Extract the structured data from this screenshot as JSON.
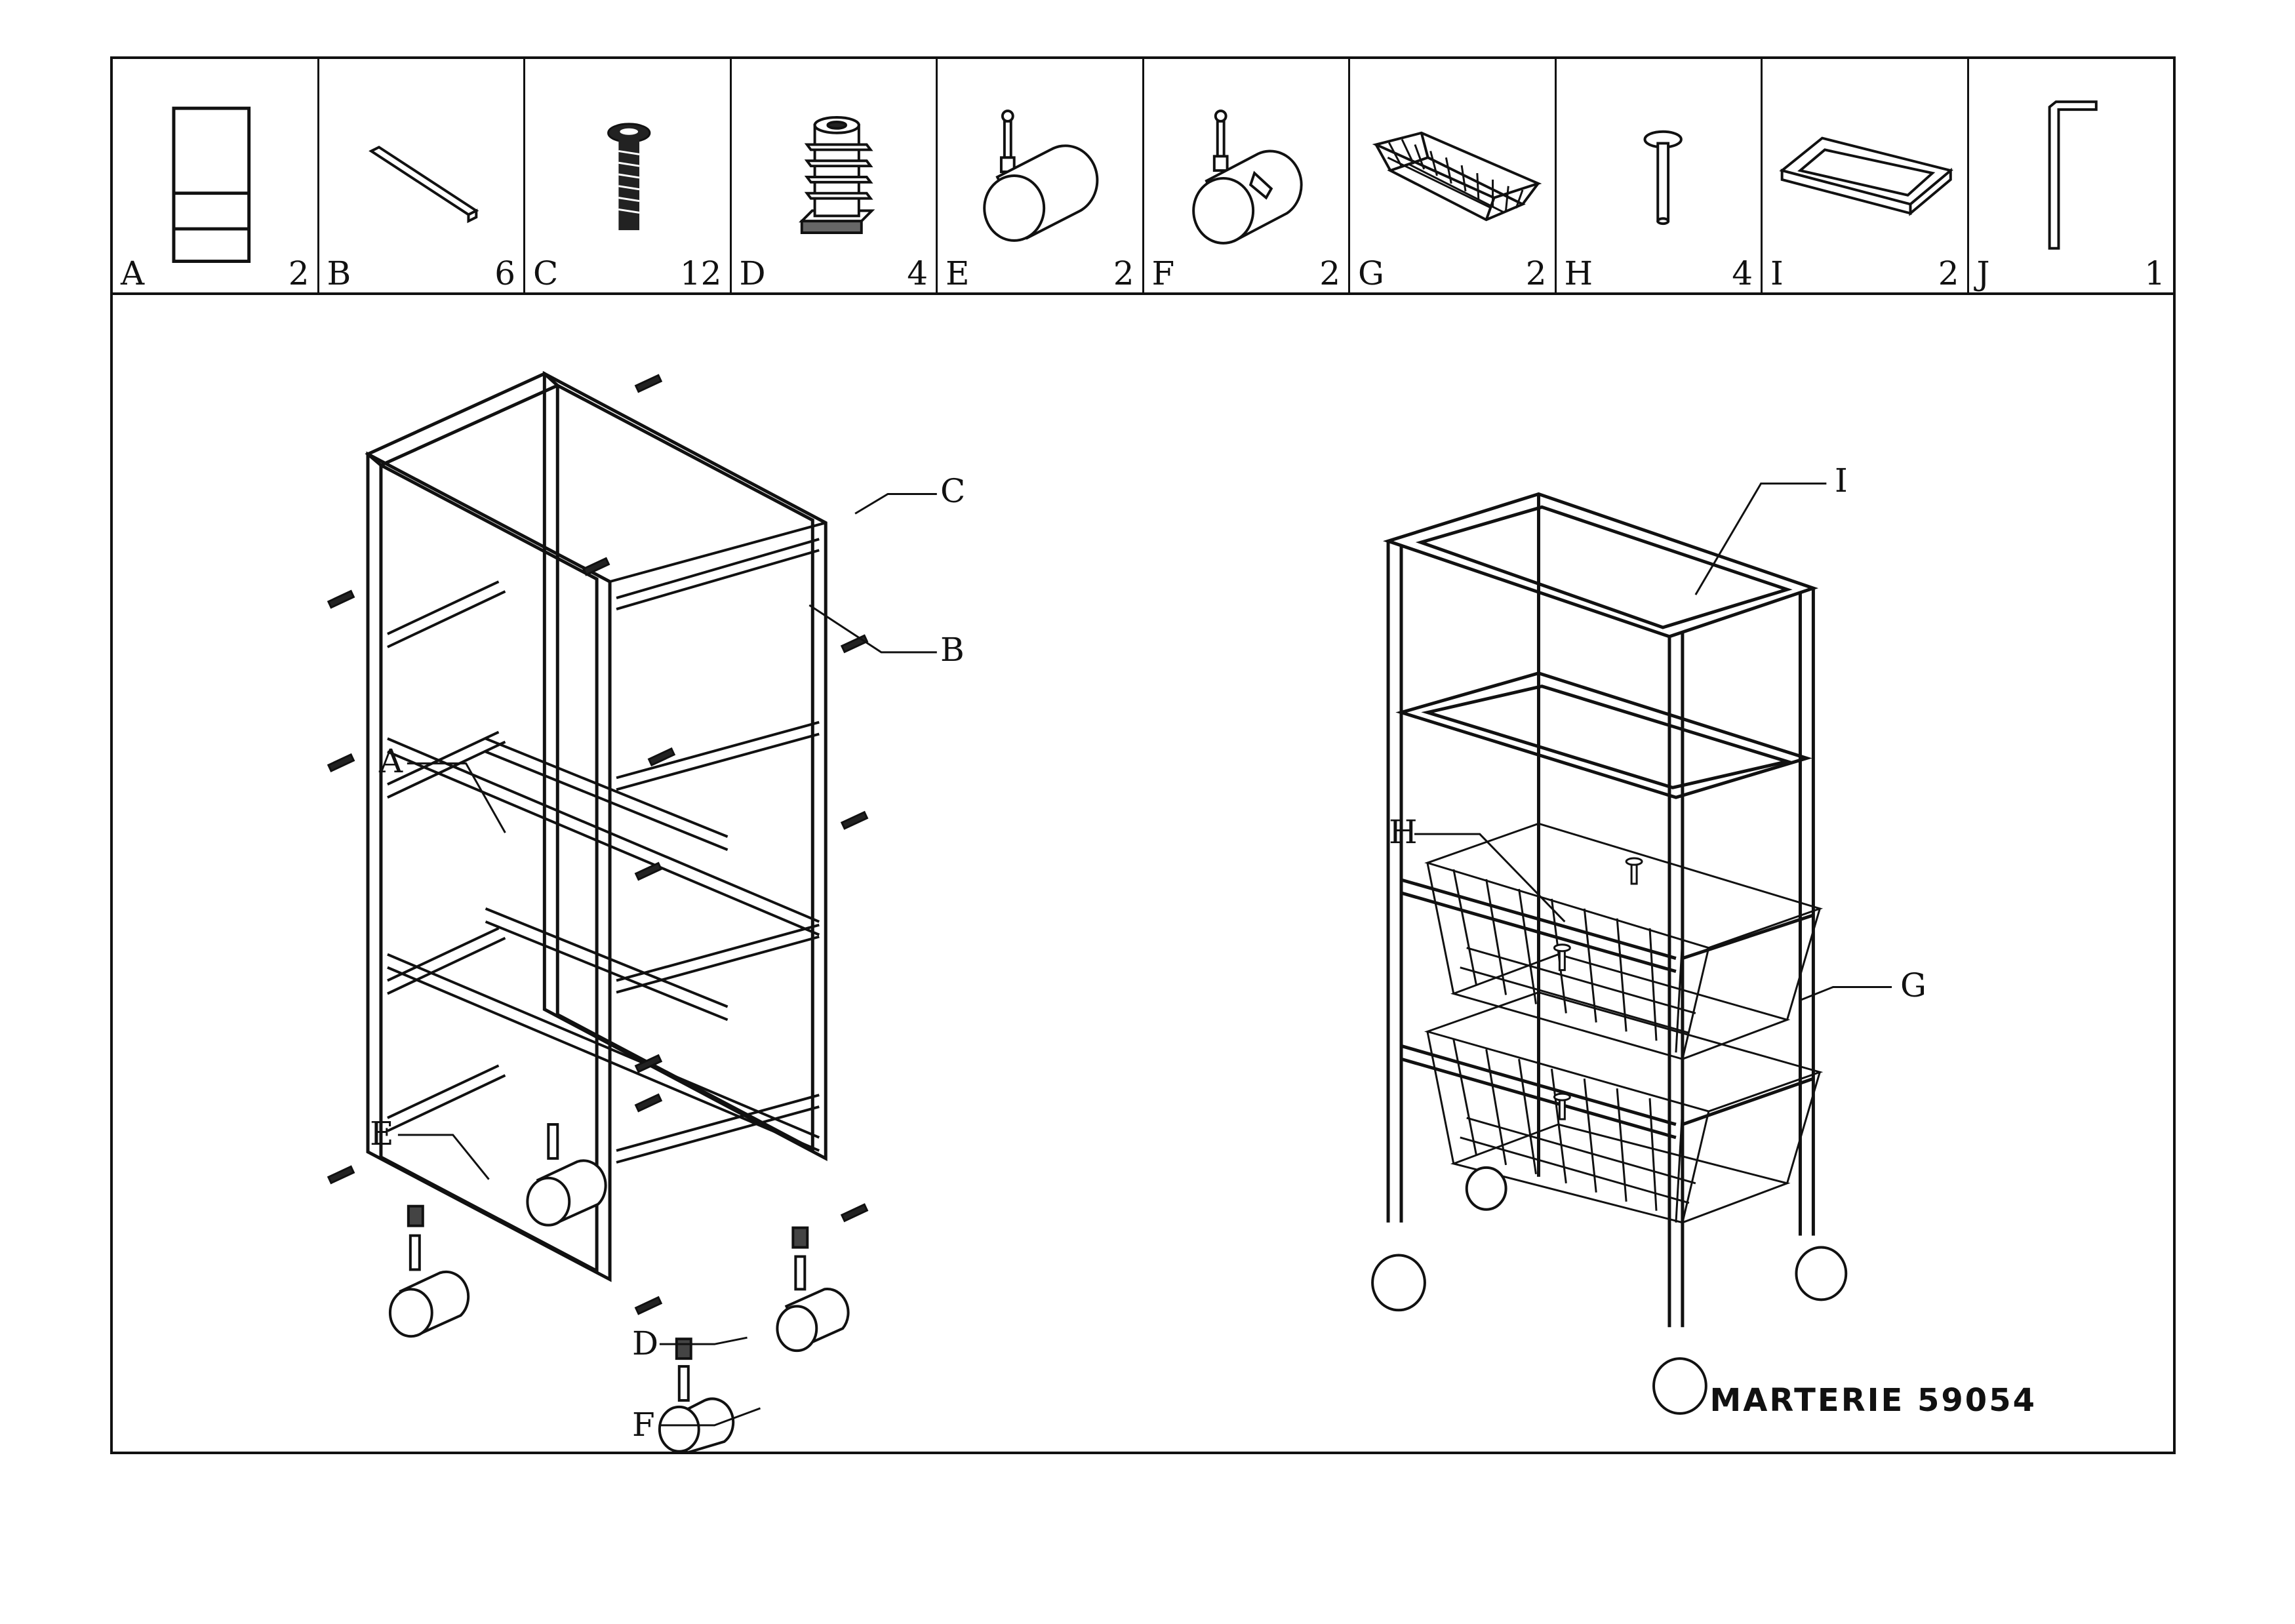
{
  "parts": [
    {
      "letter": "A",
      "qty": "2",
      "icon": "side-frame-icon"
    },
    {
      "letter": "B",
      "qty": "6",
      "icon": "crossbar-icon"
    },
    {
      "letter": "C",
      "qty": "12",
      "icon": "bolt-icon"
    },
    {
      "letter": "D",
      "qty": "4",
      "icon": "threaded-insert-icon"
    },
    {
      "letter": "E",
      "qty": "2",
      "icon": "caster-wheel-icon"
    },
    {
      "letter": "F",
      "qty": "2",
      "icon": "locking-caster-icon"
    },
    {
      "letter": "G",
      "qty": "2",
      "icon": "wire-basket-icon"
    },
    {
      "letter": "H",
      "qty": "4",
      "icon": "pin-icon"
    },
    {
      "letter": "I",
      "qty": "2",
      "icon": "tray-icon"
    },
    {
      "letter": "J",
      "qty": "1",
      "icon": "allen-key-icon"
    }
  ],
  "callouts": {
    "A": "A",
    "B": "B",
    "C": "C",
    "D": "D",
    "E": "E",
    "F": "F",
    "G": "G",
    "H": "H",
    "I": "I"
  },
  "model_code": "MARTERIE 59054",
  "colors": {
    "ink": "#111111",
    "paper": "#ffffff"
  }
}
